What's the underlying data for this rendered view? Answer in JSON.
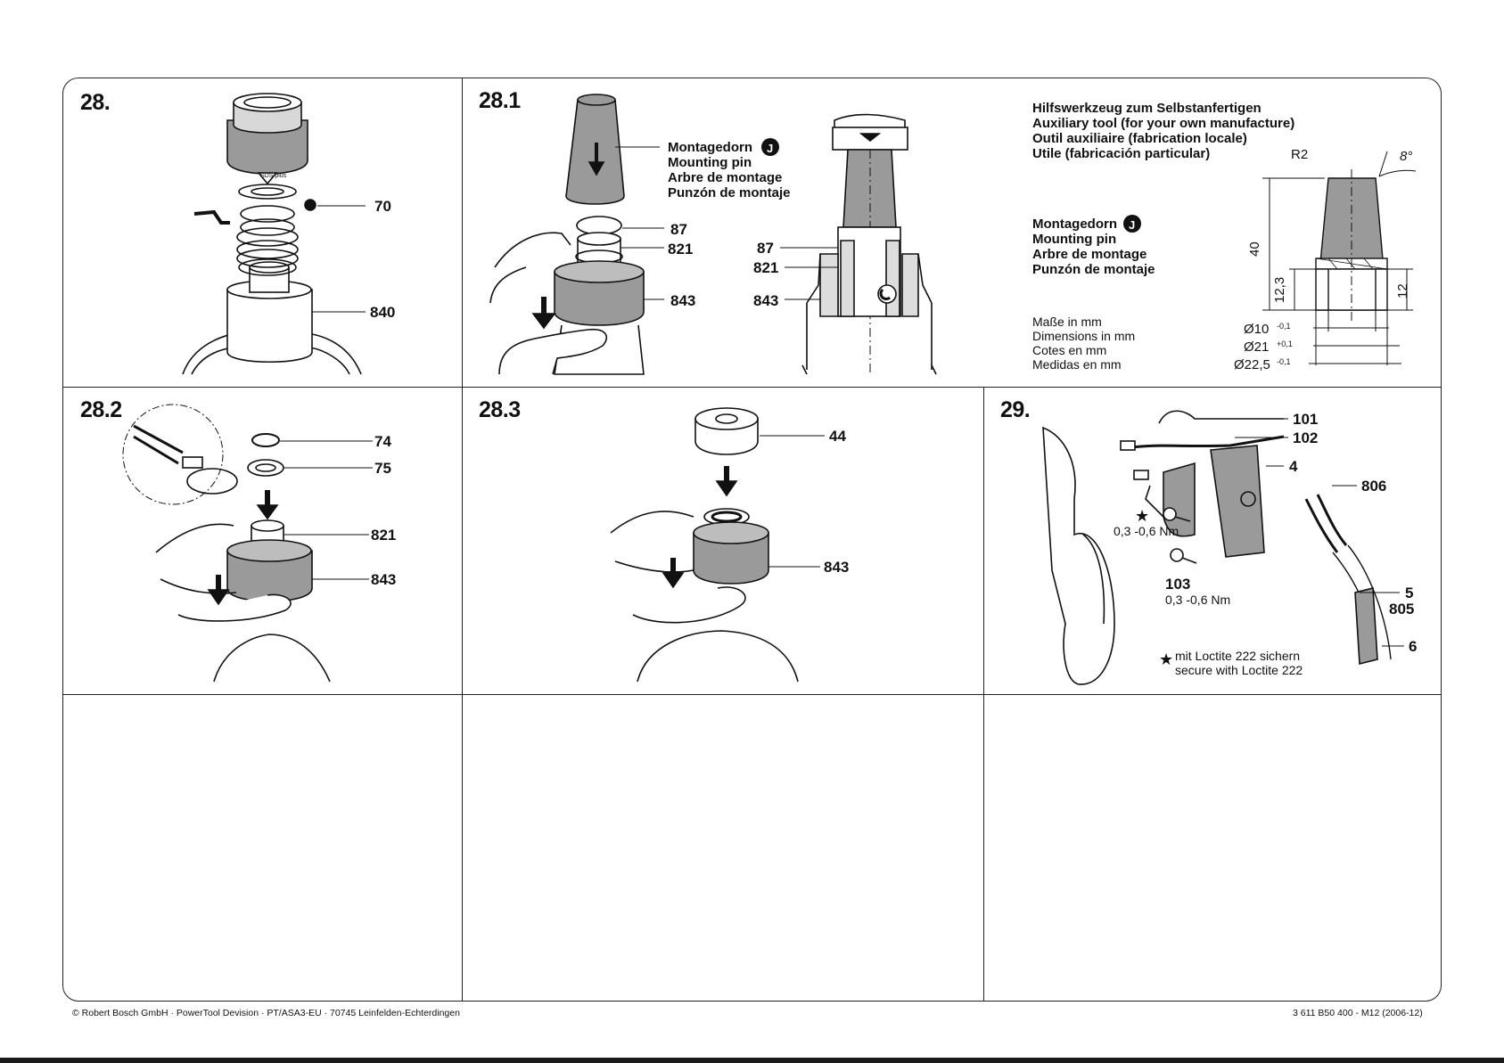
{
  "steps": {
    "s28": "28.",
    "s28_1": "28.1",
    "s28_2": "28.2",
    "s28_3": "28.3",
    "s29": "29."
  },
  "panel28": {
    "labels": [
      "70",
      "840"
    ],
    "collar_text": "SDS plus"
  },
  "panel28_1": {
    "pin_labels": [
      "Montagedorn",
      "Mounting pin",
      "Arbre de montage",
      "Punzón de montaje"
    ],
    "pin_badge": "J",
    "hand_labels": [
      "87",
      "821",
      "843"
    ],
    "section_labels": [
      "87",
      "821",
      "843"
    ]
  },
  "tool": {
    "title": [
      "Hilfswerkzeug zum Selbstanfertigen",
      "Auxiliary tool (for your own manufacture)",
      "Outil auxiliaire (fabrication locale)",
      "Utile (fabricación particular)"
    ],
    "pin_labels": [
      "Montagedorn",
      "Mounting pin",
      "Arbre de montage",
      "Punzón de montaje"
    ],
    "pin_badge": "J",
    "units": [
      "Maße in mm",
      "Dimensions in mm",
      "Cotes en mm",
      "Medidas en mm"
    ],
    "dim_r2": "R2",
    "dim_angle": "8°",
    "dim_40": "40",
    "dim_12_3": "12,3",
    "dim_12": "12",
    "dia1": "Ø10",
    "dia1_tol": "-0,1",
    "dia2": "Ø21",
    "dia2_tol": "+0,1",
    "dia3": "Ø22,5",
    "dia3_tol": "-0,1"
  },
  "panel28_2": {
    "labels": [
      "74",
      "75",
      "821",
      "843"
    ]
  },
  "panel28_3": {
    "labels": [
      "44",
      "843"
    ]
  },
  "panel29": {
    "labels": [
      "101",
      "102",
      "4",
      "806",
      "103",
      "5",
      "805",
      "6"
    ],
    "torque1": "0,3 -0,6 Nm",
    "torque2": "0,3 -0,6 Nm",
    "note_star": "★",
    "note_line1": "mit Loctite 222 sichern",
    "note_line2": "secure with Loctite 222"
  },
  "footer": {
    "left": "© Robert Bosch GmbH · PowerTool Devision · PT/ASA3-EU · 70745 Leinfelden-Echterdingen",
    "right": "3 611 B50 400 - M12 (2006-12)"
  }
}
